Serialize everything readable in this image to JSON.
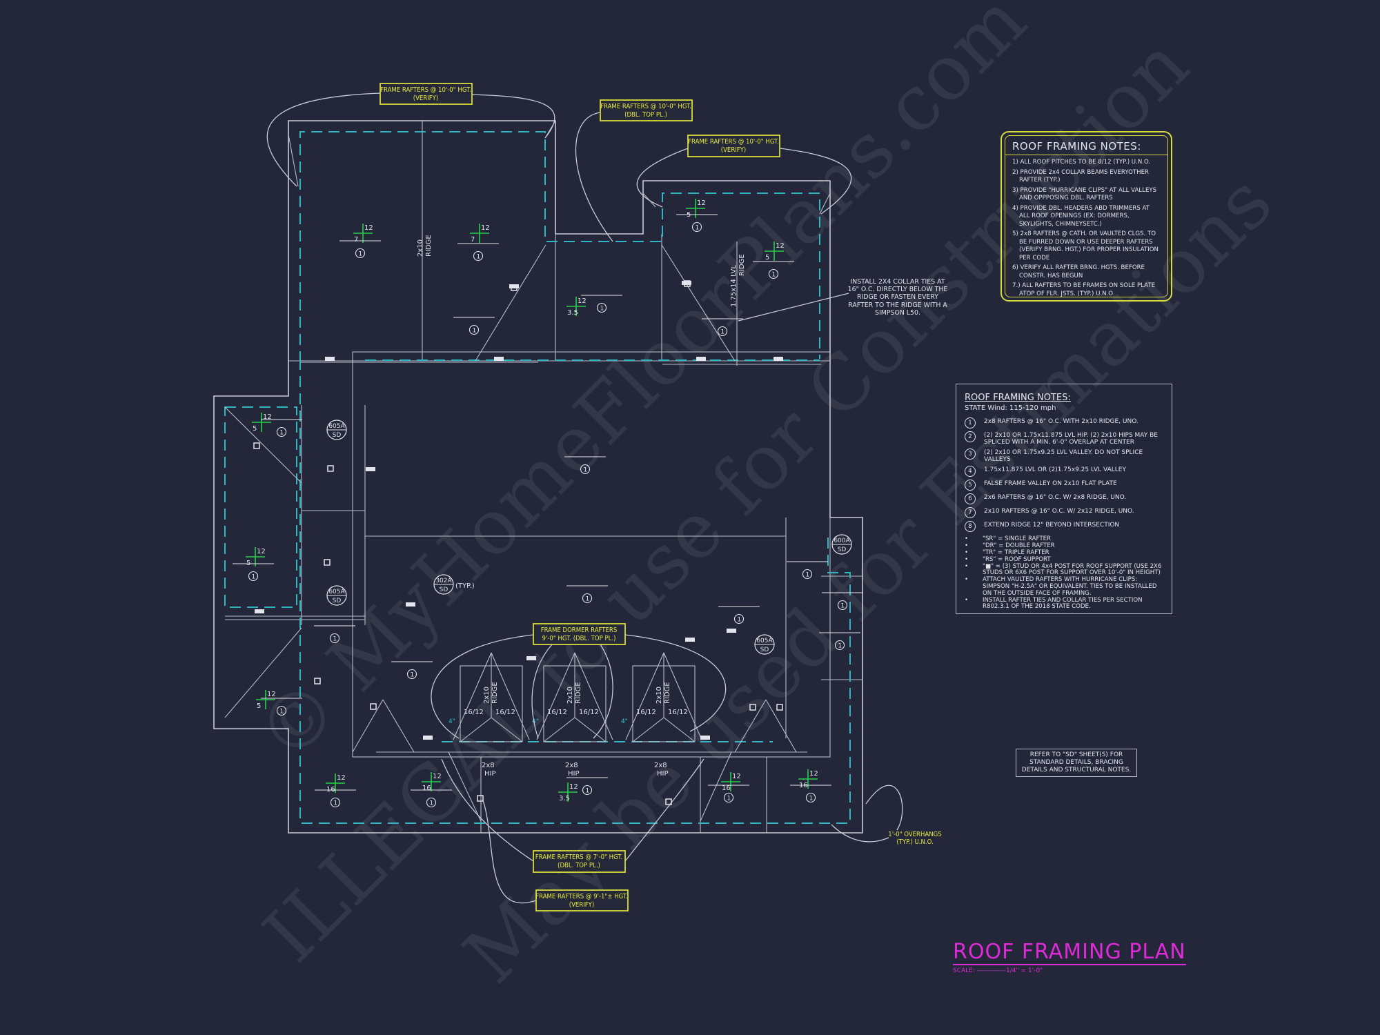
{
  "title": {
    "main": "ROOF FRAMING PLAN",
    "scale_label": "SCALE:",
    "scale_value": "-------------1/4\" = 1'-0\""
  },
  "labels": {
    "top_left": [
      "FRAME RAFTERS @ 10'-0\" HGT.",
      "(VERIFY)"
    ],
    "top_center": [
      "FRAME RAFTERS @ 10'-0\" HGT.",
      "(DBL. TOP PL.)"
    ],
    "top_right": [
      "FRAME RAFTERS @ 10'-0\" HGT.",
      "(VERIFY)"
    ],
    "dormer": [
      "FRAME DORMER RAFTERS",
      "9'-0\" HGT. (DBL. TOP PL.)"
    ],
    "bottom_1": [
      "FRAME RAFTERS @ 7'-0\" HGT.",
      "(DBL. TOP PL.)"
    ],
    "bottom_2": [
      "FRAME RAFTERS @ 9'-1\"± HGT.",
      "(VERIFY)"
    ],
    "overhang": [
      "1'-0\" OVERHANGS",
      "(TYP.) U.N.O."
    ],
    "collar_note": "INSTALL 2X4 COLLAR TIES AT 16\" O.C. DIRECTLY BELOW THE RIDGE OR FASTEN EVERY RAFTER TO THE RIDGE WITH A SIMPSON L50.",
    "refer_note": "REFER TO \"SD\" SHEET(S) FOR STANDARD DETAILS, BRACING DETAILS AND STRUCTURAL NOTES.",
    "ridge_2x10": [
      "2x10",
      "RIDGE"
    ],
    "ridge_lvl": [
      "1.75x14 LVL",
      "RIDGE"
    ],
    "dormer_pitch": "16/12",
    "hip_2x8": [
      "2x8",
      "HIP"
    ],
    "dim_4in": "4\"",
    "typ": "(TYP.)"
  },
  "callouts": [
    {
      "id": "605A",
      "sheet": "SD"
    },
    {
      "id": "605A",
      "sheet": "SD"
    },
    {
      "id": "605A",
      "sheet": "SD"
    },
    {
      "id": "600A",
      "sheet": "SD"
    },
    {
      "id": "302A",
      "sheet": "SD"
    }
  ],
  "rafter_tag": "1",
  "pitch_marks": [
    {
      "run": "12",
      "rise": "7"
    },
    {
      "run": "12",
      "rise": "7"
    },
    {
      "run": "12",
      "rise": "5"
    },
    {
      "run": "12",
      "rise": "5"
    },
    {
      "run": "12",
      "rise": "3.5"
    },
    {
      "run": "12",
      "rise": "5"
    },
    {
      "run": "12",
      "rise": "5"
    },
    {
      "run": "12",
      "rise": "5"
    },
    {
      "run": "12",
      "rise": "16"
    },
    {
      "run": "12",
      "rise": "16"
    },
    {
      "run": "12",
      "rise": "3.5"
    },
    {
      "run": "12",
      "rise": "16"
    },
    {
      "run": "12",
      "rise": "16"
    }
  ],
  "notes_general": {
    "title": "ROOF FRAMING NOTES:",
    "items": [
      "1) ALL ROOF PITCHES TO BE 8/12 (TYP.) U.N.O.",
      "2) PROVIDE 2x4 COLLAR BEAMS EVERYOTHER RAFTER (TYP.)",
      "3) PROVIDE \"HURRICANE CLIPS\" AT ALL VALLEYS AND OPPPOSING DBL. RAFTERS",
      "4) PROVIDE DBL. HEADERS ABD TRIMMERS AT ALL ROOF OPENINGS (EX: DORMERS, SKYLIGHTS, CHIMNEYSETC.)",
      "5) 2x8 RAFTERS @ CATH. OR VAULTED CLGS. TO BE FURRED DOWN OR USE DEEPER RAFTERS (VERIFY BRNG. HGT.) FOR PROPER INSULATION PER CODE",
      "6) VERIFY ALL RAFTER BRNG. HGTS. BEFORE CONSTR. HAS BEGUN",
      "7.) ALL RAFTERS TO BE FRAMES ON SOLE PLATE ATOP OF FLR. JSTS. (TYP.) U.N.O."
    ]
  },
  "notes_legend": {
    "title": "ROOF FRAMING NOTES:",
    "subtitle": "STATE Wind: 115-120 mph",
    "numbered": [
      {
        "num": "1",
        "text": "2x8 RAFTERS @ 16\" O.C. WITH 2x10 RIDGE, UNO."
      },
      {
        "num": "2",
        "text": "(2) 2x10 OR 1.75x11.875 LVL HIP. (2) 2x10 HIPS MAY BE SPLICED WITH A MIN. 6'-0\" OVERLAP AT CENTER"
      },
      {
        "num": "3",
        "text": "(2) 2x10 OR 1.75x9.25 LVL VALLEY. DO NOT SPLICE VALLEYS"
      },
      {
        "num": "4",
        "text": "1.75x11.875 LVL OR (2)1.75x9.25 LVL VALLEY"
      },
      {
        "num": "5",
        "text": "FALSE FRAME VALLEY ON 2x10 FLAT PLATE"
      },
      {
        "num": "6",
        "text": "2x6 RAFTERS @ 16\" O.C. W/ 2x8 RIDGE, UNO."
      },
      {
        "num": "7",
        "text": "2x10 RAFTERS @ 16\" O.C. W/ 2x12 RIDGE, UNO."
      },
      {
        "num": "8",
        "text": "EXTEND RIDGE 12\" BEYOND INTERSECTION"
      }
    ],
    "bullets": [
      "\"SR\" = SINGLE RAFTER",
      "\"DR\" = DOUBLE RAFTER",
      "\"TR\" = TRIPLE RAFTER",
      "\"RS\" = ROOF SUPPORT",
      "\"■\" = (3) STUD OR 4x4 POST FOR ROOF SUPPORT (USE 2X6 STUDS OR 6X6 POST FOR SUPPORT OVER 10'-0\" IN HEIGHT)",
      "ATTACH VAULTED RAFTERS WITH HURRICANE CLIPS: SIMPSON \"H-2.5A\" OR EQUIVALENT. TIES TO BE INSTALLED ON THE OUTSIDE FACE OF FRAMING.",
      "INSTALL RAFTER TIES AND COLLAR TIES PER SECTION R802.3.1 OF THE 2018 STATE CODE."
    ]
  },
  "watermark": [
    "© MyHomeFloorPlans.com",
    "ILLEGAL to use for Construction",
    "May be used for Estimations"
  ],
  "colors": {
    "background": "#232739",
    "label": "#d8dc3a",
    "plate": "#2fb8c4",
    "pitch": "#27d04a",
    "title": "#df2ad8"
  }
}
